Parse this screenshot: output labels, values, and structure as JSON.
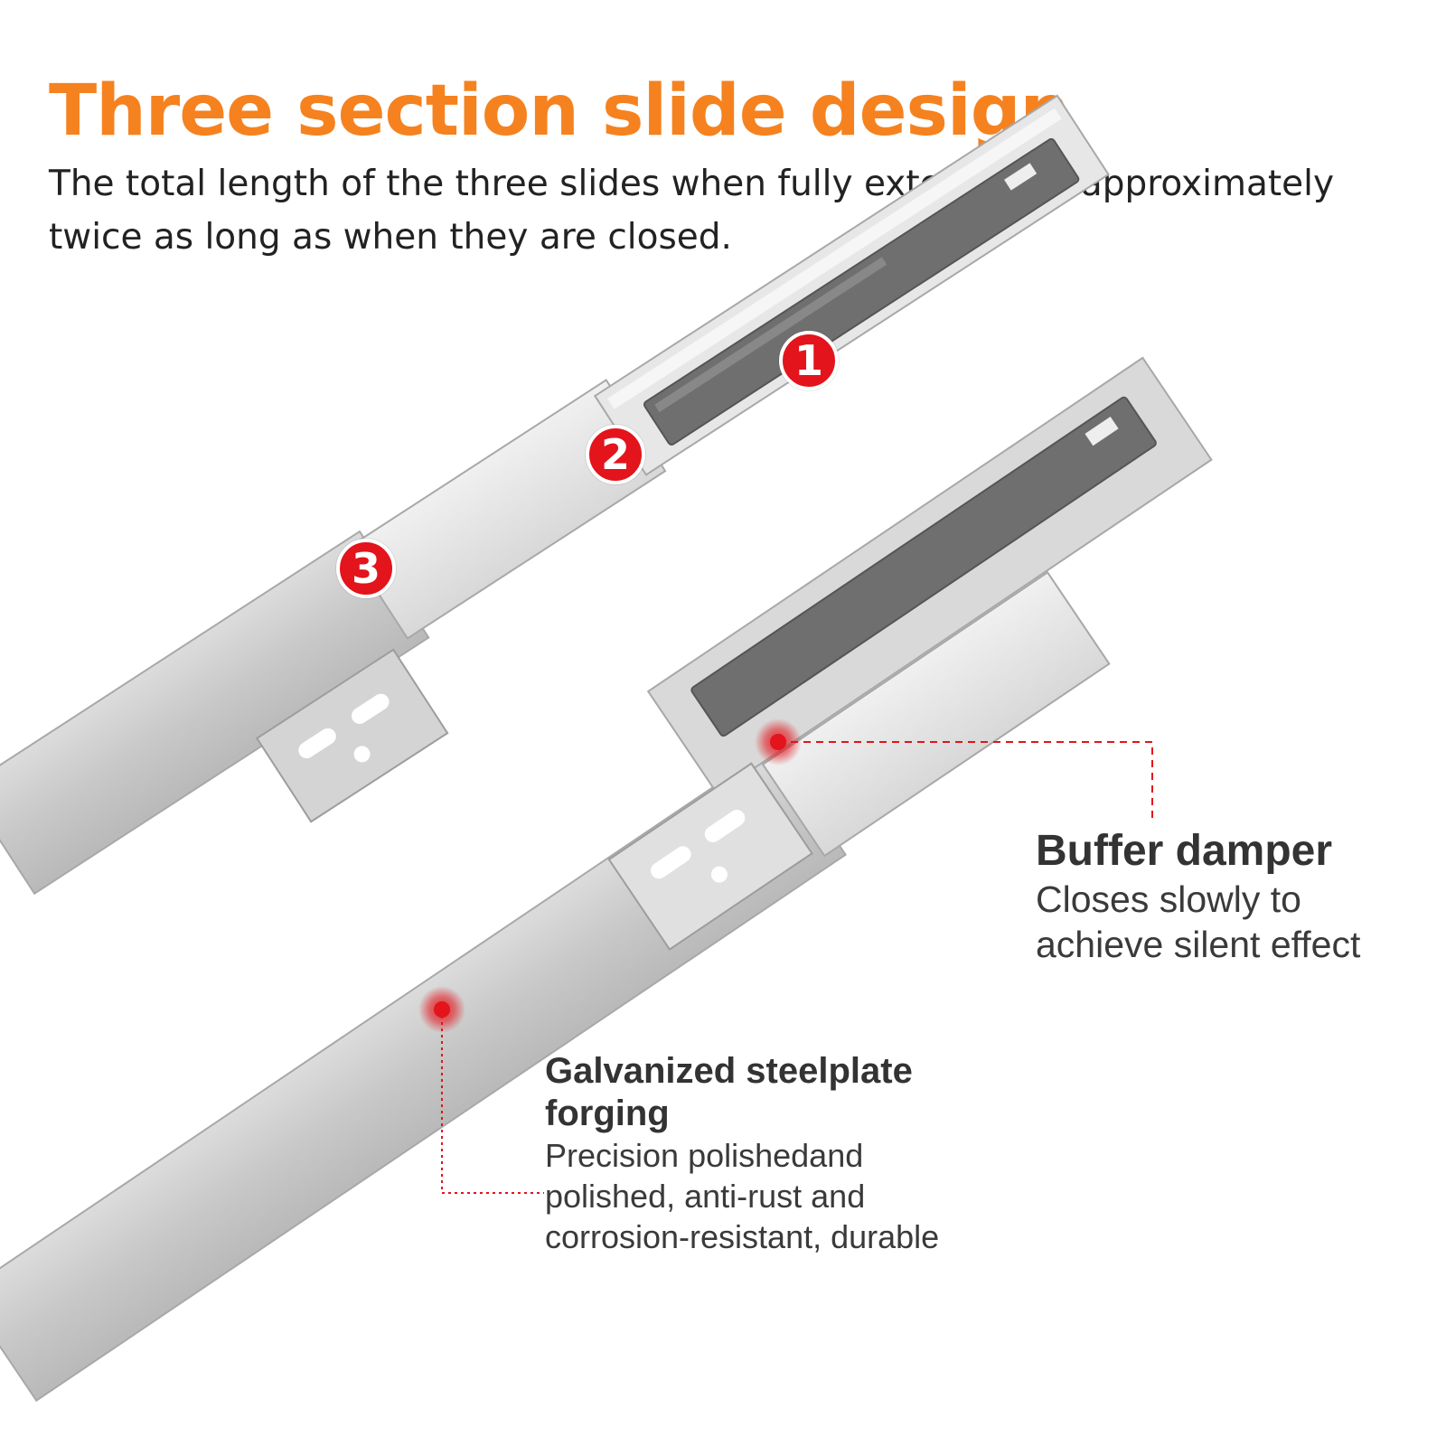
{
  "title": "Three section slide design",
  "subtitle": {
    "line1": "The total length of the three slides when fully extended is approximately",
    "line2": "twice as long as when they are closed."
  },
  "section_badges": [
    {
      "label": "1"
    },
    {
      "label": "2"
    },
    {
      "label": "3"
    }
  ],
  "callouts": {
    "buffer_damper": {
      "title": "Buffer damper",
      "description": "Closes slowly to achieve silent effect"
    },
    "steel_plate": {
      "title": "Galvanized steelplate forging",
      "description": "Precision polishedand polished, anti-rust and corrosion-resistant, durable"
    }
  },
  "colors": {
    "title": "#f5821f",
    "badge": "#e3141b",
    "marker": "#e3141b",
    "leader_line": "#e3141b",
    "text": "#333333",
    "rail": "#c9c9c9",
    "damper": "#6f6f6f"
  }
}
